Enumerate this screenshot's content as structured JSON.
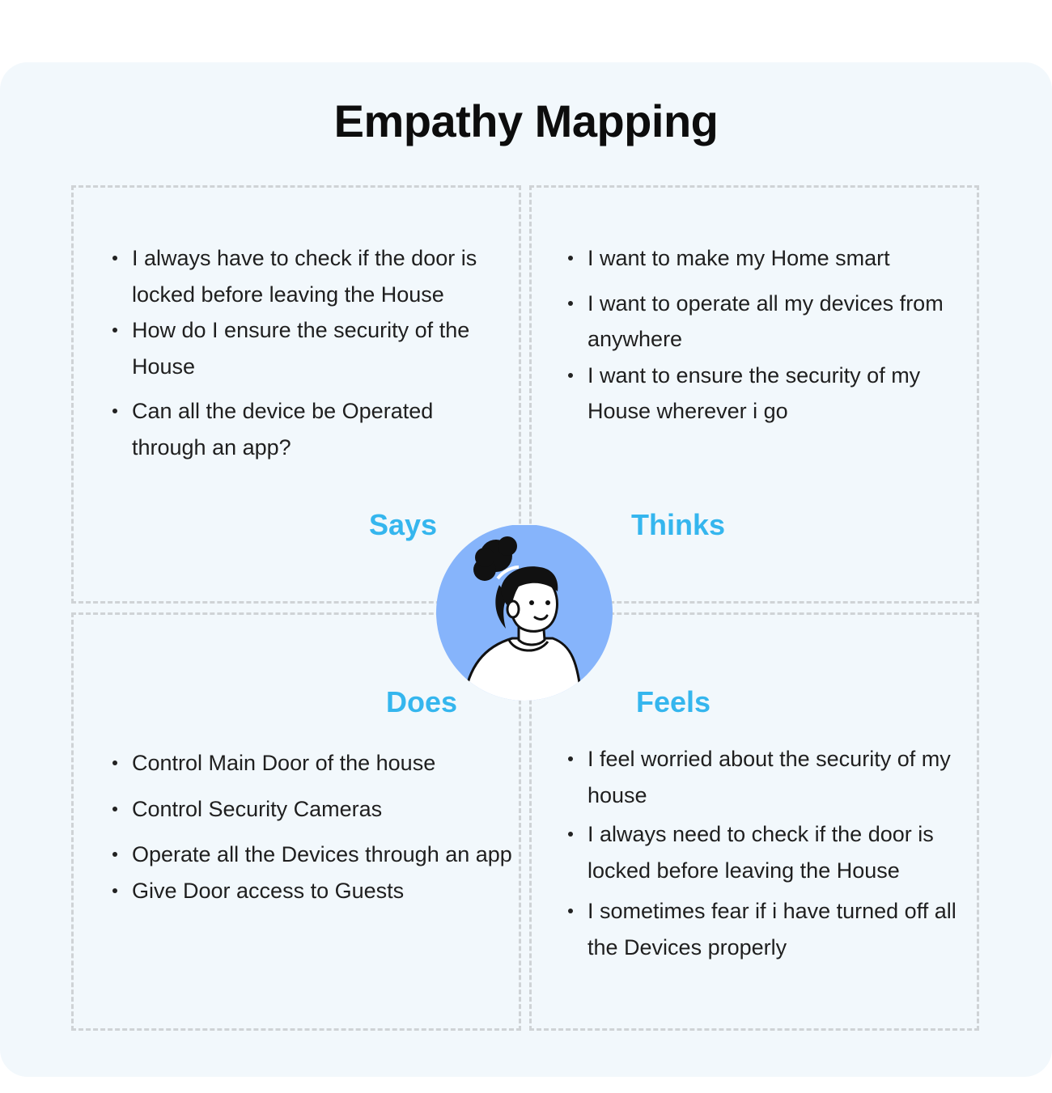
{
  "title": "Empathy Mapping",
  "colors": {
    "card_background": "#f2f8fc",
    "label_accent": "#35b6ee",
    "avatar_circle": "#86b4fb",
    "dashed_border": "#cfd3d6"
  },
  "quadrants": {
    "says": {
      "label": "Says",
      "items": [
        "I always have to check if the door is locked before leaving the House",
        "How do I ensure the security of the House",
        "Can all the device be Operated through an app?"
      ]
    },
    "thinks": {
      "label": "Thinks",
      "items": [
        "I want to make my Home smart",
        "I want to operate all my devices from anywhere",
        "I want to ensure the security of my House wherever i go"
      ]
    },
    "does": {
      "label": "Does",
      "items": [
        "Control Main Door of the house",
        "Control Security Cameras",
        "Operate all the Devices through an app",
        "Give Door access to Guests"
      ]
    },
    "feels": {
      "label": "Feels",
      "items": [
        "I feel worried about the security of my house",
        "I always need to check if the door is locked before leaving the House",
        "I sometimes fear if i have turned off all the Devices properly"
      ]
    }
  },
  "avatar": {
    "icon": "user-persona-illustration"
  }
}
